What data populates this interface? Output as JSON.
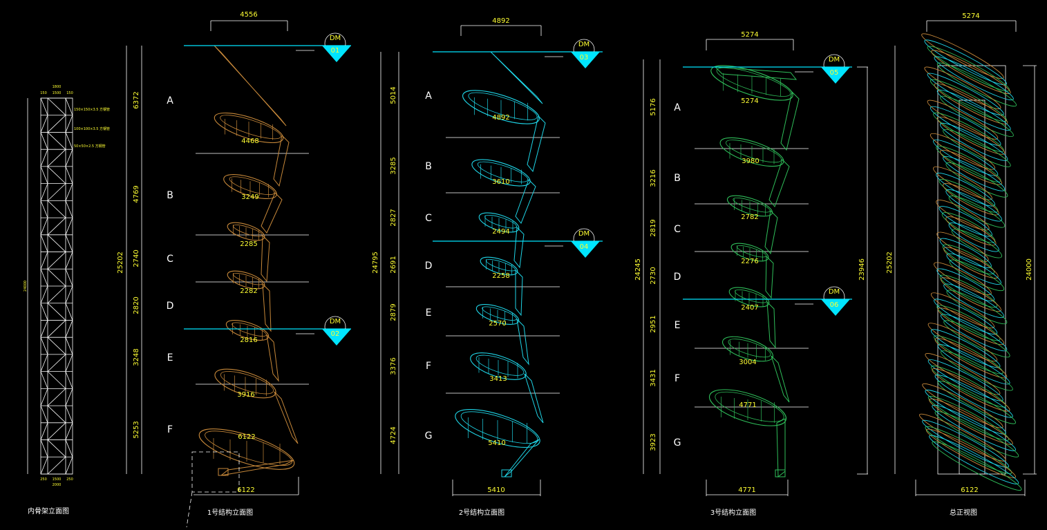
{
  "colors": {
    "background": "#000000",
    "dimension_text": "#ffff33",
    "level_line": "#00e5ff",
    "coil_1": "#c8893a",
    "coil_2": "#1fd6e8",
    "coil_3": "#2fbf5a"
  },
  "captions": {
    "inner_frame": "内骨架立面图",
    "struct1": "1号结构立面图",
    "struct2": "2号结构立面图",
    "struct3": "3号结构立面图",
    "overall": "总正视图"
  },
  "inner_frame": {
    "top_width": "1800",
    "top_parts": [
      "150",
      "1500",
      "150"
    ],
    "bottom_parts": [
      "250",
      "1500",
      "250"
    ],
    "bottom_width": "2000",
    "total_height": "24000",
    "notes": [
      "150×150×3.5 方钢管",
      "100×100×3.5 方钢管",
      "50×50×2.5 方钢管"
    ]
  },
  "struct1": {
    "top_width": "4556",
    "total": "25202",
    "levels": [
      "6372",
      "4769",
      "2740",
      "2820",
      "3248",
      "5253"
    ],
    "sections": [
      "A",
      "B",
      "C",
      "D",
      "E",
      "F"
    ],
    "widths": [
      "4468",
      "3249",
      "2285",
      "2282",
      "2816",
      "3916",
      "6122"
    ],
    "bottom_width": "6122",
    "markers": [
      {
        "code": "DM",
        "num": "01"
      },
      {
        "code": "DM",
        "num": "02"
      }
    ]
  },
  "struct2": {
    "top_width": "4892",
    "total": "24795",
    "levels": [
      "5014",
      "3285",
      "2827",
      "2691",
      "2879",
      "3376",
      "4724"
    ],
    "sections": [
      "A",
      "B",
      "C",
      "D",
      "E",
      "F",
      "G"
    ],
    "widths": [
      "4892",
      "3610",
      "2494",
      "2258",
      "2570",
      "3413",
      "5410"
    ],
    "bottom_width": "5410",
    "markers": [
      {
        "code": "DM",
        "num": "03"
      },
      {
        "code": "DM",
        "num": "04"
      }
    ]
  },
  "struct3": {
    "top_width": "5274",
    "total": "24245",
    "right_total": "23946",
    "levels": [
      "5176",
      "3216",
      "2819",
      "2730",
      "2951",
      "3431",
      "3923"
    ],
    "sections": [
      "A",
      "B",
      "C",
      "D",
      "E",
      "F",
      "G"
    ],
    "widths": [
      "5274",
      "3980",
      "2782",
      "2276",
      "2407",
      "3004",
      "4771"
    ],
    "bottom_width": "4771",
    "markers": [
      {
        "code": "DM",
        "num": "05"
      },
      {
        "code": "DM",
        "num": "06"
      }
    ]
  },
  "overall": {
    "top_width": "5274",
    "total": "25202",
    "right_total": "24000",
    "bottom_width": "6122"
  }
}
